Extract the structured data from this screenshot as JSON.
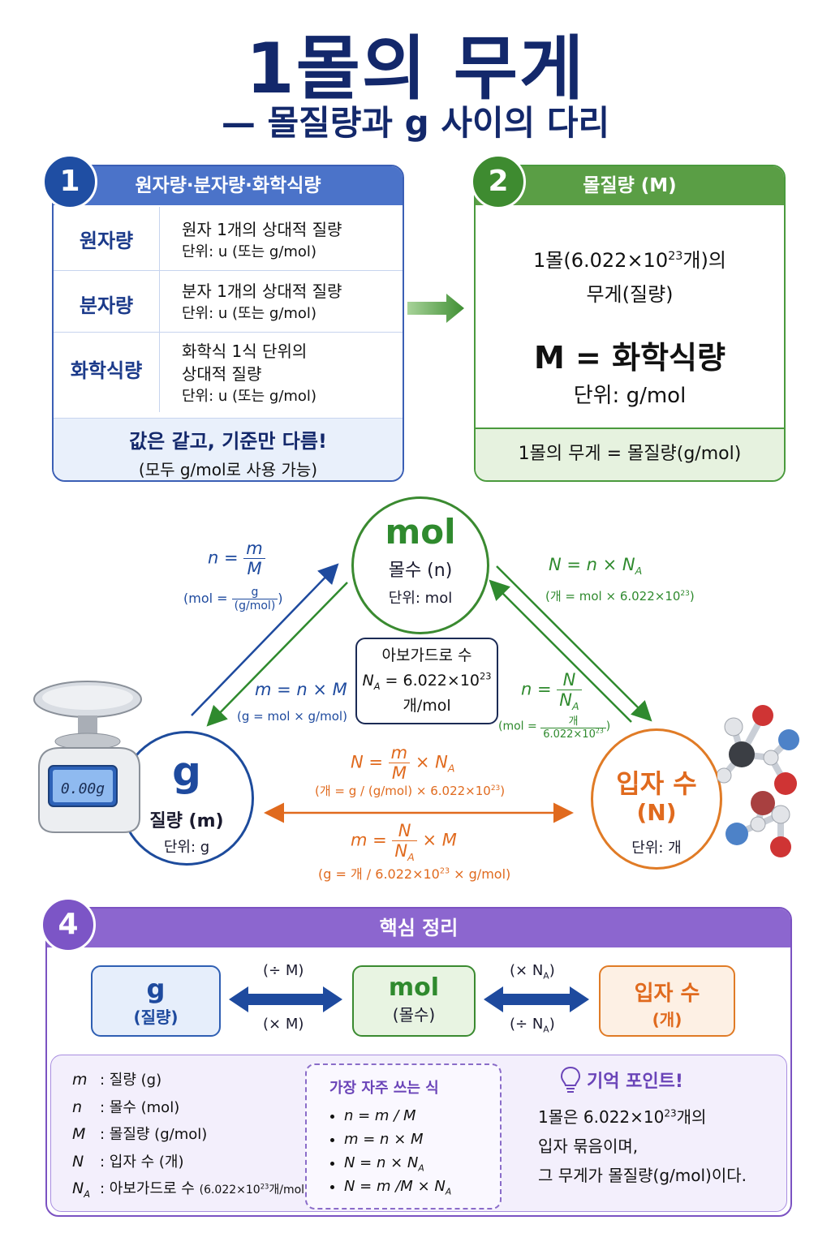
{
  "title": "1몰의 무게",
  "subtitle": "— 몰질량과 g 사이의 다리",
  "panel1": {
    "badge": "1",
    "header": "원자량·분자량·화학식량",
    "rows": [
      {
        "label": "원자량",
        "desc": "원자 1개의 상대적 질량",
        "unit": "단위: u (또는 g/mol)"
      },
      {
        "label": "분자량",
        "desc": "분자 1개의 상대적 질량",
        "unit": "단위: u (또는 g/mol)"
      },
      {
        "label": "화학식량",
        "desc": "화학식 1식 단위의",
        "desc2": "상대적 질량",
        "unit": "단위: u (또는 g/mol)"
      }
    ],
    "footer_main": "값은 같고, 기준만 다름!",
    "footer_sub": "(모두 g/mol로 사용 가능)"
  },
  "panel2": {
    "badge": "2",
    "header": "몰질량 (M)",
    "line1_pre": "1몰(6.022×10",
    "line1_exp": "23",
    "line1_post": "개)의",
    "line2": "무게(질량)",
    "equation": "M = 화학식량",
    "unit": "단위: g/mol",
    "footer": "1몰의 무게  = 몰질량(g/mol)"
  },
  "nodes": {
    "mol": {
      "symbol": "mol",
      "name": "몰수 (n)",
      "unit": "단위: mol"
    },
    "g": {
      "symbol": "g",
      "name": "질량 (m)",
      "unit": "단위: g"
    },
    "particles": {
      "symbol": "입자 수",
      "name": "(N)",
      "unit": "단위: 개"
    }
  },
  "scale_display": "0.00g",
  "avogadro": {
    "title": "아보가드로 수",
    "value_pre": "= 6.022×10",
    "exp": "23",
    "unit": "개/mol"
  },
  "formulas": {
    "g_to_mol": {
      "lhs": "n =",
      "num": "m",
      "den": "M",
      "note_pre": "(mol =",
      "note_num": "g",
      "note_den": "(g/mol)",
      "note_post": ")"
    },
    "mol_to_g": {
      "eq": "m = n × M",
      "note": "(g = mol × g/mol)"
    },
    "mol_to_N": {
      "eq_pre": "N = n × N",
      "note_pre": "(개  =  mol × 6.022×10",
      "note_exp": "23",
      "note_post": ")"
    },
    "N_to_mol": {
      "lhs": "n =",
      "num": "N",
      "den": "N",
      "note_pre": "(mol =",
      "note_num": "개",
      "note_den": "6.022×10",
      "note_exp": "23",
      "note_post": ")"
    },
    "g_to_N": {
      "lhs": "N =",
      "num": "m",
      "den": "M",
      "rhs": "× N",
      "note_pre": "(개  =  g / (g/mol) × 6.022×10",
      "note_exp": "23",
      "note_post": ")"
    },
    "N_to_g": {
      "lhs": "m =",
      "num": "N",
      "den": "N",
      "rhs": "× M",
      "note_pre": "(g = 개 / 6.022×10",
      "note_exp": "23",
      "note_post": " × g/mol)"
    }
  },
  "panel4": {
    "badge": "4",
    "header": "핵심 정리",
    "box_g": {
      "main": "g",
      "sub": "(질량)"
    },
    "box_mol": {
      "main": "mol",
      "sub": "(몰수)"
    },
    "box_n": {
      "main": "입자 수",
      "sub": "(개)"
    },
    "arrow_left_top": "(÷ M)",
    "arrow_left_bottom": "(× M)",
    "arrow_right_top": "(× N",
    "arrow_right_bottom": "(÷ N",
    "variables": [
      {
        "sym": "m",
        "desc": ":  질량 (g)"
      },
      {
        "sym": "n",
        "desc": ":  몰수 (mol)"
      },
      {
        "sym": "M",
        "desc": ":  몰질량 (g/mol)"
      },
      {
        "sym": "N",
        "desc": ":  입자 수 (개)"
      }
    ],
    "var_na_desc": ":  아보가드로 수",
    "var_na_value": "(6.022×10",
    "var_na_exp": "23",
    "var_na_post": "개/mol)",
    "often_title": "가장 자주 쓰는 식",
    "often_items": [
      "n = m / M",
      "m = n × M",
      "N = n × N",
      "N = m /M × N"
    ],
    "memo_title": "기억 포인트!",
    "memo_line1_pre": "1몰은 6.022×10",
    "memo_line1_exp": "23",
    "memo_line1_post": "개의",
    "memo_line2": "입자 묶음이며,",
    "memo_line3": "그 무게가 몰질량(g/mol)이다."
  },
  "colors": {
    "navy": "#13286b",
    "blue": "#1e4a9e",
    "green": "#2f8a2e",
    "orange": "#e06a1e",
    "purple": "#7b52c2"
  }
}
